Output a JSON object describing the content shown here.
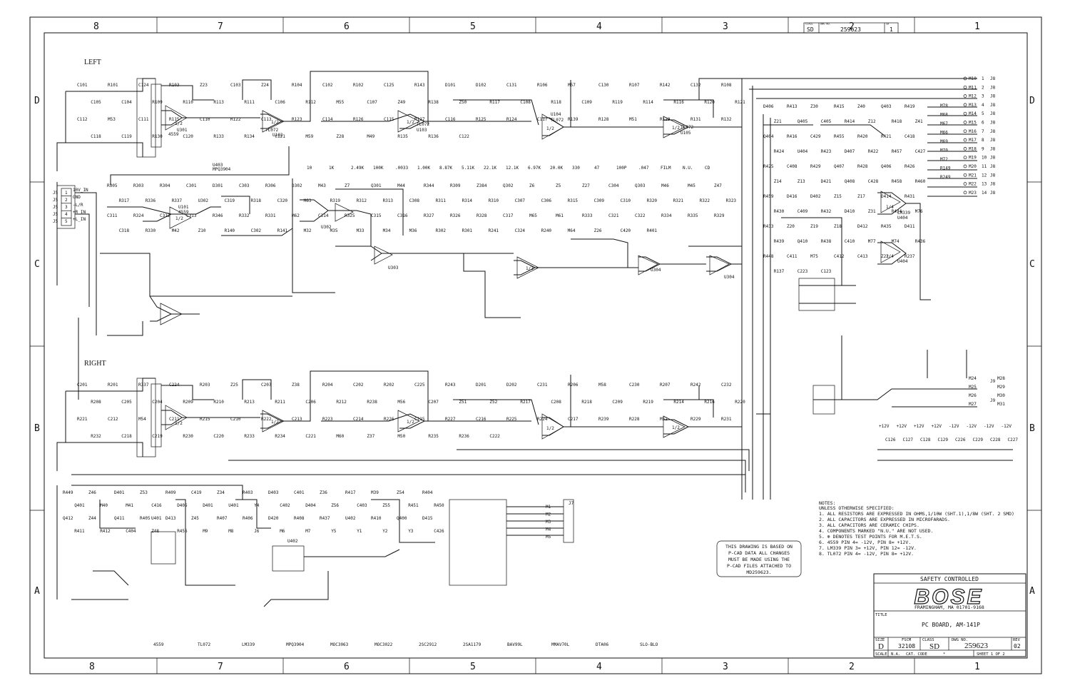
{
  "zones": {
    "columns": [
      "8",
      "7",
      "6",
      "5",
      "4",
      "3",
      "2",
      "1"
    ],
    "rows": [
      "D",
      "C",
      "B",
      "A"
    ]
  },
  "sections": {
    "left": "LEFT",
    "right": "RIGHT"
  },
  "connector_j5": {
    "pins": [
      "1",
      "2",
      "3",
      "4",
      "5"
    ],
    "signals": [
      "10V_IN",
      "GND",
      "-L/R",
      "+R_IN",
      "+L_IN"
    ]
  },
  "ic_labels": {
    "u101": "U101",
    "u102": "U102",
    "u103": "U103",
    "u104": "U104",
    "u105": "U105",
    "u301": "U301",
    "u302": "U302",
    "u303": "U303",
    "u304": "U304",
    "u401": "U401",
    "u402": "U402",
    "u403": "U403",
    "u404": "U404",
    "opamp": "TL072",
    "half": "1/2",
    "quarter": "1/4",
    "u301type": "4559",
    "comparator": "LM339",
    "u403type": "MPQ3904"
  },
  "left_channel_refs": [
    "C101",
    "R101",
    "C124",
    "R103",
    "Z23",
    "C103",
    "Z24",
    "R104",
    "C102",
    "R102",
    "C125",
    "R143",
    "D101",
    "D102",
    "C131",
    "R106",
    "M57",
    "C130",
    "R107",
    "R142",
    "C132",
    "R108",
    "C105",
    "C104",
    "R109",
    "R110",
    "R113",
    "R111",
    "C106",
    "R112",
    "M55",
    "C107",
    "Z49",
    "R138",
    "Z50",
    "R117",
    "C108",
    "R118",
    "C109",
    "R119",
    "R114",
    "R116",
    "R120",
    "R121",
    "C112",
    "M53",
    "C111",
    "R115",
    "C110",
    "R122",
    "C113",
    "R123",
    "C114",
    "R126",
    "C115",
    "R127",
    "C116",
    "R125",
    "R124",
    "C117",
    "R139",
    "R128",
    "M51",
    "R129",
    "R131",
    "R132",
    "C118",
    "C119",
    "R130",
    "C120",
    "R133",
    "R134",
    "C121",
    "M59",
    "Z28",
    "M49",
    "R135",
    "R136",
    "C122"
  ],
  "mid_refs": [
    "R305",
    "R303",
    "R304",
    "C301",
    "D301",
    "C303",
    "R306",
    "D302",
    "M43",
    "Z7",
    "Q301",
    "M44",
    "R344",
    "R309",
    "Z384",
    "Q302",
    "Z6",
    "Z5",
    "Z27",
    "C304",
    "Q303",
    "M46",
    "M45",
    "Z47",
    "R317",
    "R336",
    "R337",
    "U302",
    "C319",
    "R318",
    "C320",
    "M63",
    "R319",
    "R312",
    "R313",
    "C308",
    "R311",
    "R314",
    "R310",
    "C307",
    "C306",
    "R315",
    "C309",
    "C310",
    "R320",
    "R321",
    "R322",
    "R323",
    "C311",
    "R324",
    "C312",
    "C313",
    "R346",
    "R332",
    "R331",
    "M62",
    "C314",
    "R325",
    "C315",
    "C316",
    "R327",
    "R326",
    "R328",
    "C317",
    "M65",
    "M61",
    "R333",
    "C321",
    "C322",
    "R334",
    "R335",
    "R329",
    "C318",
    "R330",
    "M42",
    "Z10",
    "R140",
    "C302",
    "R141",
    "M32",
    "M35",
    "M33",
    "M34",
    "M36",
    "R302",
    "R301",
    "R241",
    "C324",
    "R240",
    "M64",
    "Z26",
    "C420",
    "R401"
  ],
  "right_channel_refs": [
    "C201",
    "R201",
    "R337",
    "C224",
    "R203",
    "Z25",
    "C203",
    "Z38",
    "R204",
    "C202",
    "R202",
    "C225",
    "R243",
    "D201",
    "D202",
    "C231",
    "R206",
    "M58",
    "C230",
    "R207",
    "R242",
    "C232",
    "R208",
    "C205",
    "C204",
    "R209",
    "R210",
    "R213",
    "R211",
    "C206",
    "R212",
    "R238",
    "M56",
    "C207",
    "Z51",
    "Z52",
    "R217",
    "C208",
    "R218",
    "C209",
    "R219",
    "R214",
    "R216",
    "R220",
    "R221",
    "C212",
    "M54",
    "C211",
    "R215",
    "C210",
    "R222",
    "C213",
    "R223",
    "C214",
    "R226",
    "C215",
    "R227",
    "C216",
    "R225",
    "R224",
    "C217",
    "R239",
    "R228",
    "M52",
    "R229",
    "R231",
    "R232",
    "C218",
    "C219",
    "R230",
    "C220",
    "R233",
    "R234",
    "C221",
    "M60",
    "Z37",
    "M50",
    "R235",
    "R236",
    "C222"
  ],
  "output_refs": [
    "D406",
    "R413",
    "Z30",
    "R415",
    "Z40",
    "Q403",
    "R419",
    "Z21",
    "Q405",
    "C405",
    "R414",
    "Z12",
    "R418",
    "Z41",
    "Q404",
    "R416",
    "C429",
    "R455",
    "R420",
    "R421",
    "C418",
    "R424",
    "U404",
    "R423",
    "D407",
    "R422",
    "R457",
    "C427",
    "R425",
    "C408",
    "R429",
    "Q407",
    "R428",
    "Q406",
    "R426",
    "Z14",
    "Z13",
    "D421",
    "Q408",
    "C428",
    "R458",
    "R460",
    "R459",
    "D416",
    "D402",
    "Z15",
    "Z17",
    "D414",
    "R431",
    "R430",
    "C409",
    "R432",
    "D410",
    "Z31",
    "R434",
    "M76",
    "R433",
    "Z20",
    "Z19",
    "Z18",
    "D412",
    "R435",
    "D411",
    "R439",
    "Q410",
    "R438",
    "C410",
    "M77",
    "M74",
    "R436",
    "R448",
    "C411",
    "M75",
    "C412",
    "C413",
    "Z22",
    "R237",
    "R137",
    "C223",
    "C123"
  ],
  "power_refs": [
    "R449",
    "Z46",
    "D401",
    "Z53",
    "R409",
    "C419",
    "Z34",
    "R403",
    "D403",
    "C401",
    "Z36",
    "R417",
    "M39",
    "Z54",
    "R404",
    "Q401",
    "M40",
    "M41",
    "C416",
    "D405",
    "D401",
    "U401",
    "Y4",
    "C402",
    "D404",
    "Z56",
    "C403",
    "Z55",
    "R451",
    "R450",
    "Q412",
    "Z44",
    "Q411",
    "R405",
    "D413",
    "Z45",
    "R407",
    "R406",
    "D420",
    "R408",
    "R437",
    "U402",
    "R410",
    "Q400",
    "D415",
    "R411",
    "R412",
    "C404",
    "Z48",
    "R456",
    "M9",
    "M8",
    "J6",
    "M6",
    "M7",
    "Y5",
    "Y1",
    "Y2",
    "Y3",
    "C426"
  ],
  "part_types": [
    "4559",
    "TL072",
    "LM339",
    "MPQ3904",
    "MOC3063",
    "MOC3022",
    "2SC2912",
    "2SA1179",
    "BAV99L",
    "MMAV70L",
    "DTA06",
    "SLO-BLO"
  ],
  "j7_refs": [
    "J7",
    "M1",
    "M2",
    "M3",
    "M4",
    "M5"
  ],
  "j8": {
    "label": "J8",
    "pins": [
      {
        "m": "M10",
        "p": "1"
      },
      {
        "m": "M11",
        "p": "2"
      },
      {
        "m": "M12",
        "p": "3"
      },
      {
        "m": "M13",
        "p": "4"
      },
      {
        "m": "M14",
        "p": "5"
      },
      {
        "m": "M15",
        "p": "6"
      },
      {
        "m": "M16",
        "p": "7"
      },
      {
        "m": "M17",
        "p": "8"
      },
      {
        "m": "M18",
        "p": "9"
      },
      {
        "m": "M19",
        "p": "10"
      },
      {
        "m": "M20",
        "p": "11"
      },
      {
        "m": "M21",
        "p": "12"
      },
      {
        "m": "M22",
        "p": "13"
      },
      {
        "m": "M23",
        "p": "14"
      }
    ],
    "aux": [
      "M78",
      "M68",
      "M67",
      "M66",
      "M69",
      "M70",
      "M72",
      "R149",
      "R249"
    ]
  },
  "j9": {
    "label": "J9",
    "pins": [
      "M24",
      "M25",
      "M26",
      "M27",
      "M28",
      "M29",
      "M30",
      "M31"
    ]
  },
  "rails": [
    "+12V",
    "+12V",
    "+12V",
    "+12V",
    "-12V",
    "-12V",
    "-12V",
    "-12V"
  ],
  "decoupling_caps": [
    "C126",
    "C127",
    "C128",
    "C129",
    "C226",
    "C229",
    "C228",
    "C227"
  ],
  "values_common": [
    "10",
    "1K",
    "2.49K",
    "100K",
    ".0033",
    "1.00K",
    "8.87K",
    "5.11K",
    "22.1K",
    "12.1K",
    "6.97K",
    "20.0K",
    "330",
    "47",
    "100P",
    ".047",
    "FILM",
    "N.U.",
    "CD"
  ],
  "notes": {
    "heading": "NOTES:",
    "lines": [
      "UNLESS OTHERWISE SPECIFIED:",
      "1. ALL RESISTORS ARE EXPRESSED IN OHMS,1/10W (SHT.1),1/8W (SHT. 2 SMD)",
      "2. ALL CAPACITORS ARE EXPRESSED IN MICROFARADS.",
      "3. ALL CAPACITORS ARE CERAMIC CHIPS.",
      "4. COMPONENTS MARKED \"N.U.\" ARE NOT USED.",
      "5. ⊕ DENOTES TEST POINTS FOR M.E.T.S.",
      "6. 4559 PIN 4= -12V, PIN 8= +12V.",
      "7. LM339 PIN 3= +12V, PIN 12= -12V.",
      "8. TL072 PIN 4= -12V, PIN 8= +12V."
    ]
  },
  "pcad_note": {
    "lines": [
      "THIS DRAWING IS BASED ON",
      "P-CAD DATA ALL CHANGES",
      "MUST BE MADE USING THE",
      "P-CAD FILES ATTACHED TO",
      "MD259623."
    ]
  },
  "top_tab": {
    "class_label": "CLASS",
    "class": "SD",
    "dwg_label": "DWG NO.",
    "dwg_no": "259623",
    "sh_label": "SH",
    "sheet": "1"
  },
  "title_block": {
    "safety": "SAFETY CONTROLLED",
    "brand": "BOSE",
    "address": "FRAMINGHAM, MA 01701-9168",
    "title_label": "TITLE",
    "title": "PC BOARD, AM-141P",
    "size_label": "SIZE",
    "size": "D",
    "fscm_label": "FSCM",
    "fscm": "32108",
    "class_label": "CLASS",
    "class": "SD",
    "dwg_label": "DWG NO.",
    "dwg_no": "259623",
    "rev_label": "REV",
    "rev": "02",
    "scale_label": "SCALE",
    "scale": "N.A.",
    "cat_label": "CAT. CODE",
    "cat": "*",
    "sheet": "SHEET 1 OF 2"
  }
}
